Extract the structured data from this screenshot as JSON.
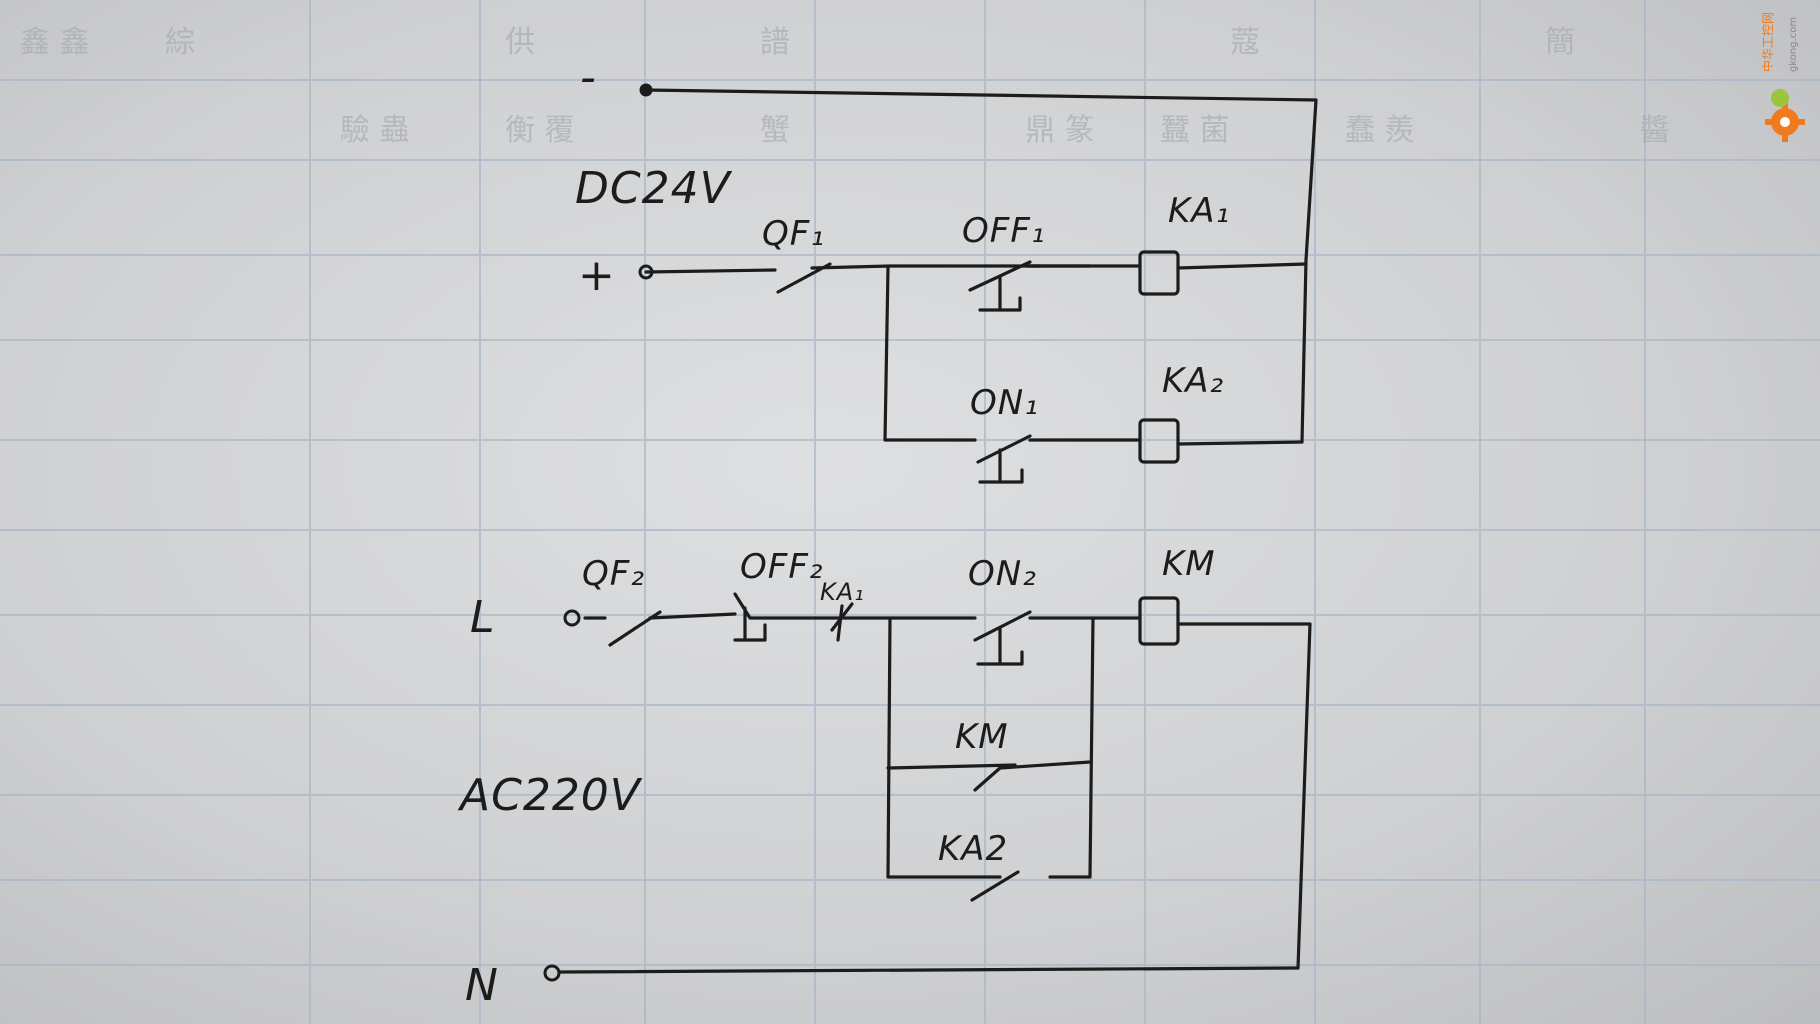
{
  "diagram": {
    "dc_section": {
      "supply_label": "DC24V",
      "minus_label": "-",
      "plus_label": "+",
      "breaker": "QF₁",
      "stop_button": "OFF₁",
      "start_button": "ON₁",
      "relay_1": "KA₁",
      "relay_2": "KA₂"
    },
    "ac_section": {
      "supply_label": "AC220V",
      "line_label": "L",
      "neutral_label": "N",
      "breaker": "QF₂",
      "stop_button": "OFF₂",
      "relay_contact": "KA₁",
      "start_button": "ON₂",
      "contactor_coil": "KM",
      "hold_contact": "KM",
      "remote_contact": "KA2"
    },
    "watermark": {
      "brand": "中华工控网",
      "url": "gkong.com"
    },
    "colors": {
      "ink": "#1c1c1c",
      "grid_line": "#a9b6c8",
      "paper": "#d6d7d9",
      "watermark": "#f07a1e"
    }
  }
}
